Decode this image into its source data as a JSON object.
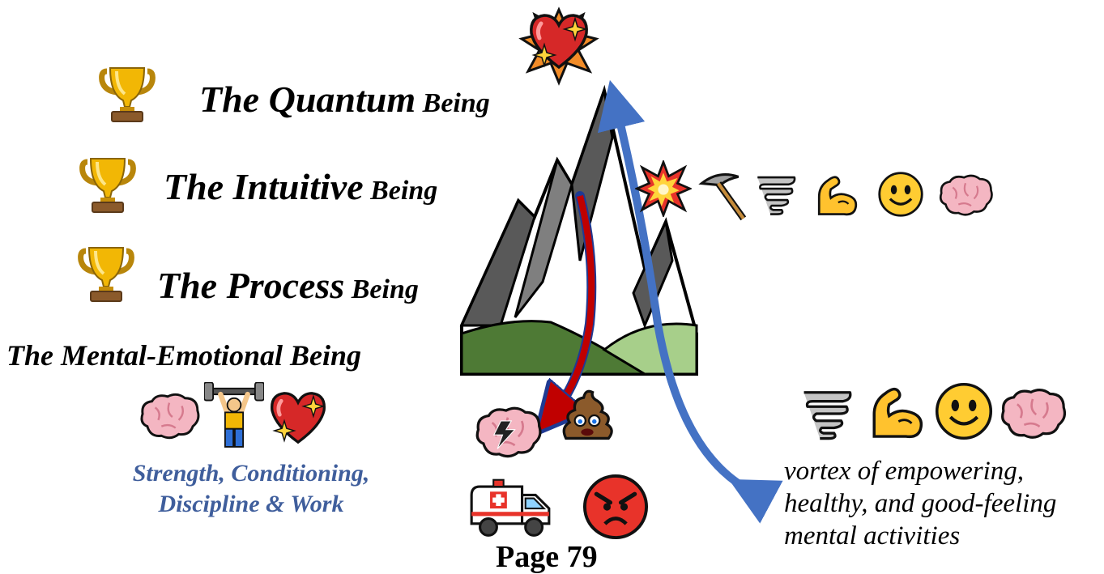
{
  "levels": [
    {
      "main": "The Quantum",
      "suffix": " Being"
    },
    {
      "main": "The Intuitive",
      "suffix": " Being"
    },
    {
      "main": "The Process",
      "suffix": " Being"
    }
  ],
  "mental_emotional": "The Mental-Emotional Being",
  "left_caption": {
    "line1": "Strength, Conditioning,",
    "line2": "Discipline & Work"
  },
  "right_caption": {
    "line1": "vortex of empowering,",
    "line2": "healthy, and good-feeling",
    "line3": "mental activities"
  },
  "page_label": "Page 79",
  "icons": {
    "peak": "sparkling-heart-explosion-icon",
    "trophies": "trophy-icon",
    "top_row": [
      "collision-icon",
      "pick-icon",
      "tornado-icon",
      "flexed-biceps-icon",
      "smiley-face-icon",
      "brain-icon"
    ],
    "right_row": [
      "tornado-icon",
      "flexed-biceps-icon",
      "smiley-face-icon",
      "brain-icon"
    ],
    "left_row": [
      "brain-icon",
      "weightlifter-icon",
      "sparkling-heart-icon"
    ],
    "bottom_cluster": [
      "brain-lightning-icon",
      "pile-of-poo-icon",
      "ambulance-icon",
      "angry-face-icon"
    ]
  },
  "colors": {
    "caption_blue": "#3f5e9c",
    "down_arrow": "#c00000",
    "up_arrow": "#4472c4",
    "mountain_dark": "#595959",
    "hill_green": "#4e7a35",
    "hill_light": "#a7cf8a"
  }
}
